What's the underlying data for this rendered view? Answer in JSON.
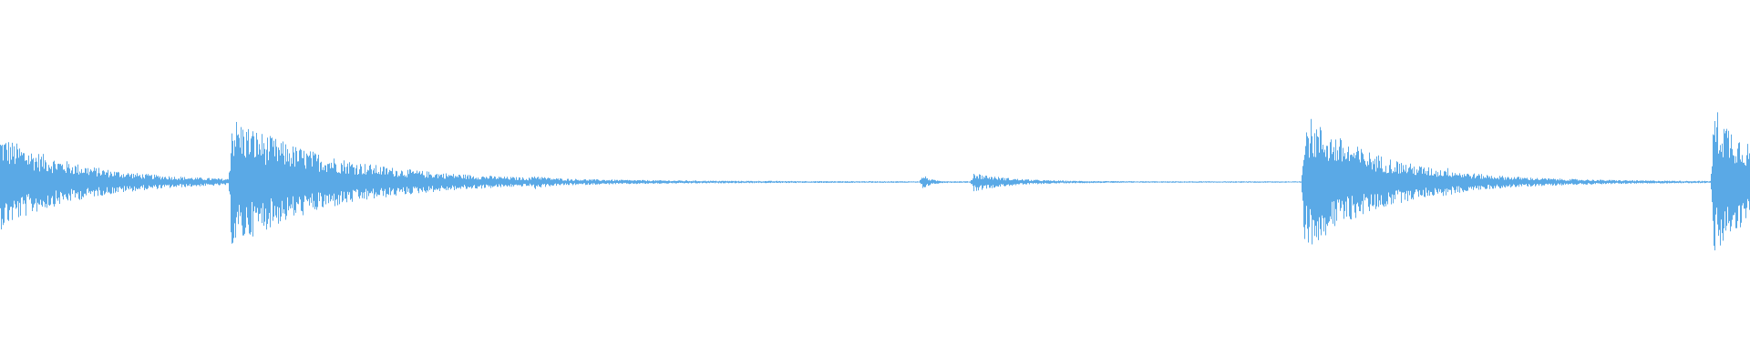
{
  "waveform": {
    "color": "#5aa9e6",
    "background": "#ffffff",
    "bursts": [
      {
        "position": 0.0,
        "peak": 0.26,
        "decay": 0.045
      },
      {
        "position": 0.132,
        "peak": 0.35,
        "decay": 0.06
      },
      {
        "position": 0.305,
        "peak": 0.02,
        "decay": 0.005
      },
      {
        "position": 0.527,
        "peak": 0.04,
        "decay": 0.004
      },
      {
        "position": 0.556,
        "peak": 0.05,
        "decay": 0.02
      },
      {
        "position": 0.745,
        "peak": 0.38,
        "decay": 0.045
      },
      {
        "position": 0.825,
        "peak": 0.02,
        "decay": 0.005
      },
      {
        "position": 0.979,
        "peak": 0.42,
        "decay": 0.03
      }
    ],
    "baseline_noise": 0.004
  }
}
